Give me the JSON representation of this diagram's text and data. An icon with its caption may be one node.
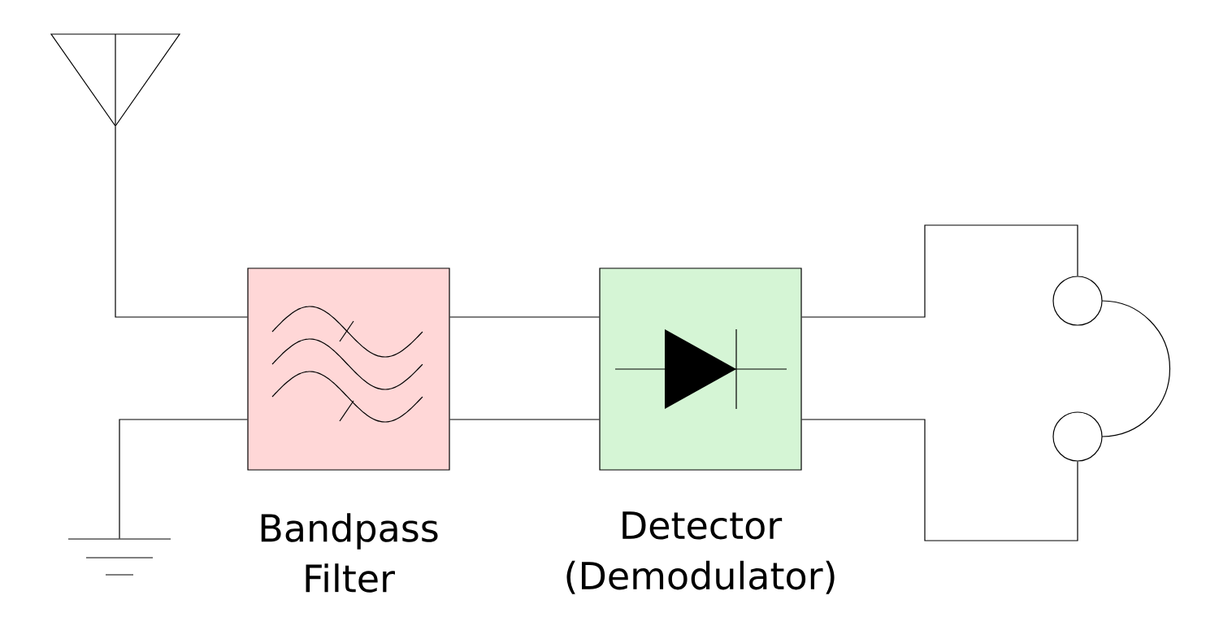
{
  "diagram": {
    "nodes": [
      {
        "text": [],
        "shape": "antenna"
      },
      {
        "text": [],
        "shape": "ground"
      },
      {
        "text": [
          "Bandpass Filter"
        ]
      },
      {
        "text": [
          "Detector (Demodulator)"
        ]
      },
      {
        "text": [],
        "shape": "headphones"
      }
    ],
    "edges": [
      {
        "from": 0,
        "to": 2,
        "arrow": "none"
      },
      {
        "from": 1,
        "to": 2,
        "arrow": "none"
      },
      {
        "from": 2,
        "to": 3,
        "arrow": "none"
      },
      {
        "from": 2,
        "to": 3,
        "arrow": "none"
      },
      {
        "from": 3,
        "to": 4,
        "arrow": "none"
      },
      {
        "from": 3,
        "to": 4,
        "arrow": "none"
      }
    ]
  }
}
